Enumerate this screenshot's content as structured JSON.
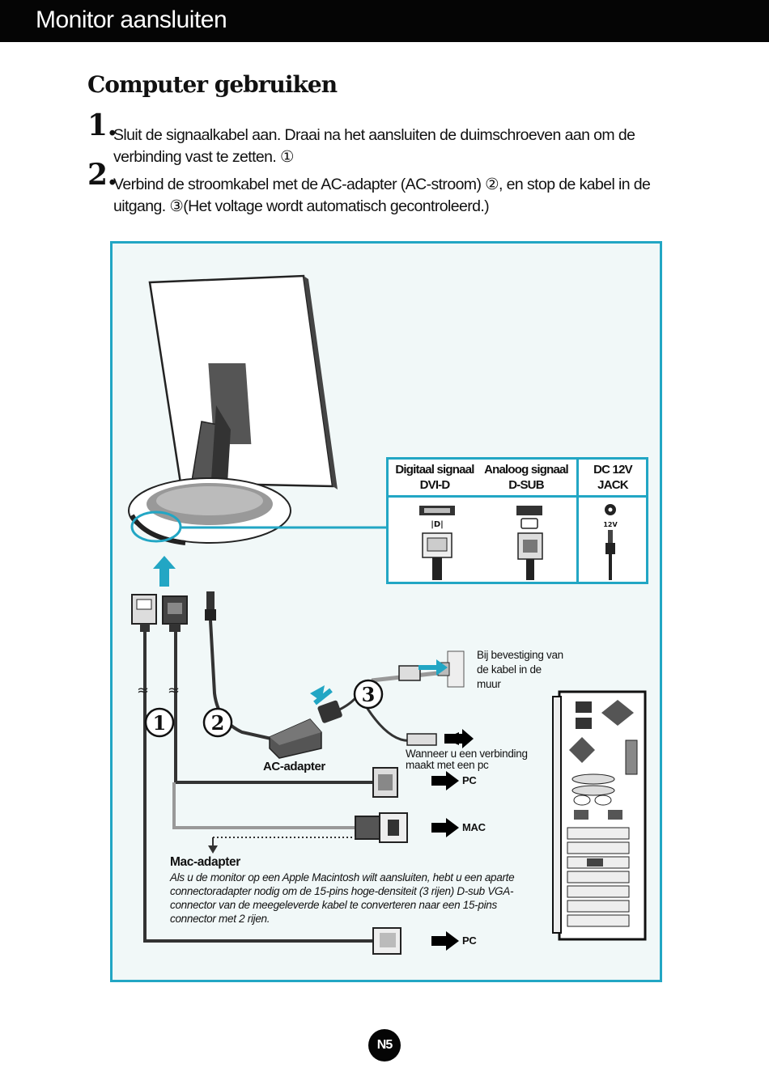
{
  "header": {
    "title": "Monitor aansluiten"
  },
  "section": {
    "title": "Computer gebruiken"
  },
  "steps": [
    {
      "number": "1.",
      "text": "Sluit de signaalkabel aan. Draai na het aansluiten de duimschroeven aan om de verbinding vast te zetten. ①"
    },
    {
      "number": "2.",
      "text": "Verbind de stroomkabel met de AC-adapter (AC-stroom) ②, en stop de kabel in de uitgang. ③(Het voltage wordt automatisch gecontroleerd.)"
    }
  ],
  "diagram": {
    "table": {
      "digital_header": "Digitaal signaal",
      "digital_sub": "DVI-D",
      "analog_header": "Analoog signaal",
      "analog_sub": "D-SUB",
      "dc_header": "DC 12V",
      "dc_sub": "JACK",
      "dvi_icon_label": "|D|",
      "dc_icon_label": "12V"
    },
    "callouts": {
      "one": "1",
      "two": "2",
      "three": "3"
    },
    "wall_note": "Bij bevestiging van de kabel in de muur",
    "ac_adapter": "AC-adapter",
    "pc_note": "Wanneer u een verbinding maakt met een pc",
    "pc_label_1": "PC",
    "mac_label": "MAC",
    "pc_label_2": "PC",
    "mac_adapter_title": "Mac-adapter",
    "mac_adapter_desc": "Als u de monitor op een Apple Macintosh wilt aansluiten, hebt u een aparte connectoradapter nodig om de 15-pins hoge-densiteit (3 rijen) D-sub VGA-connector van de meegeleverde kabel te converteren naar een 15-pins connector met 2 rijen.",
    "colors": {
      "accent": "#22a6c4",
      "background": "#f1f8f8"
    }
  },
  "footer": {
    "page_number": "N5"
  }
}
